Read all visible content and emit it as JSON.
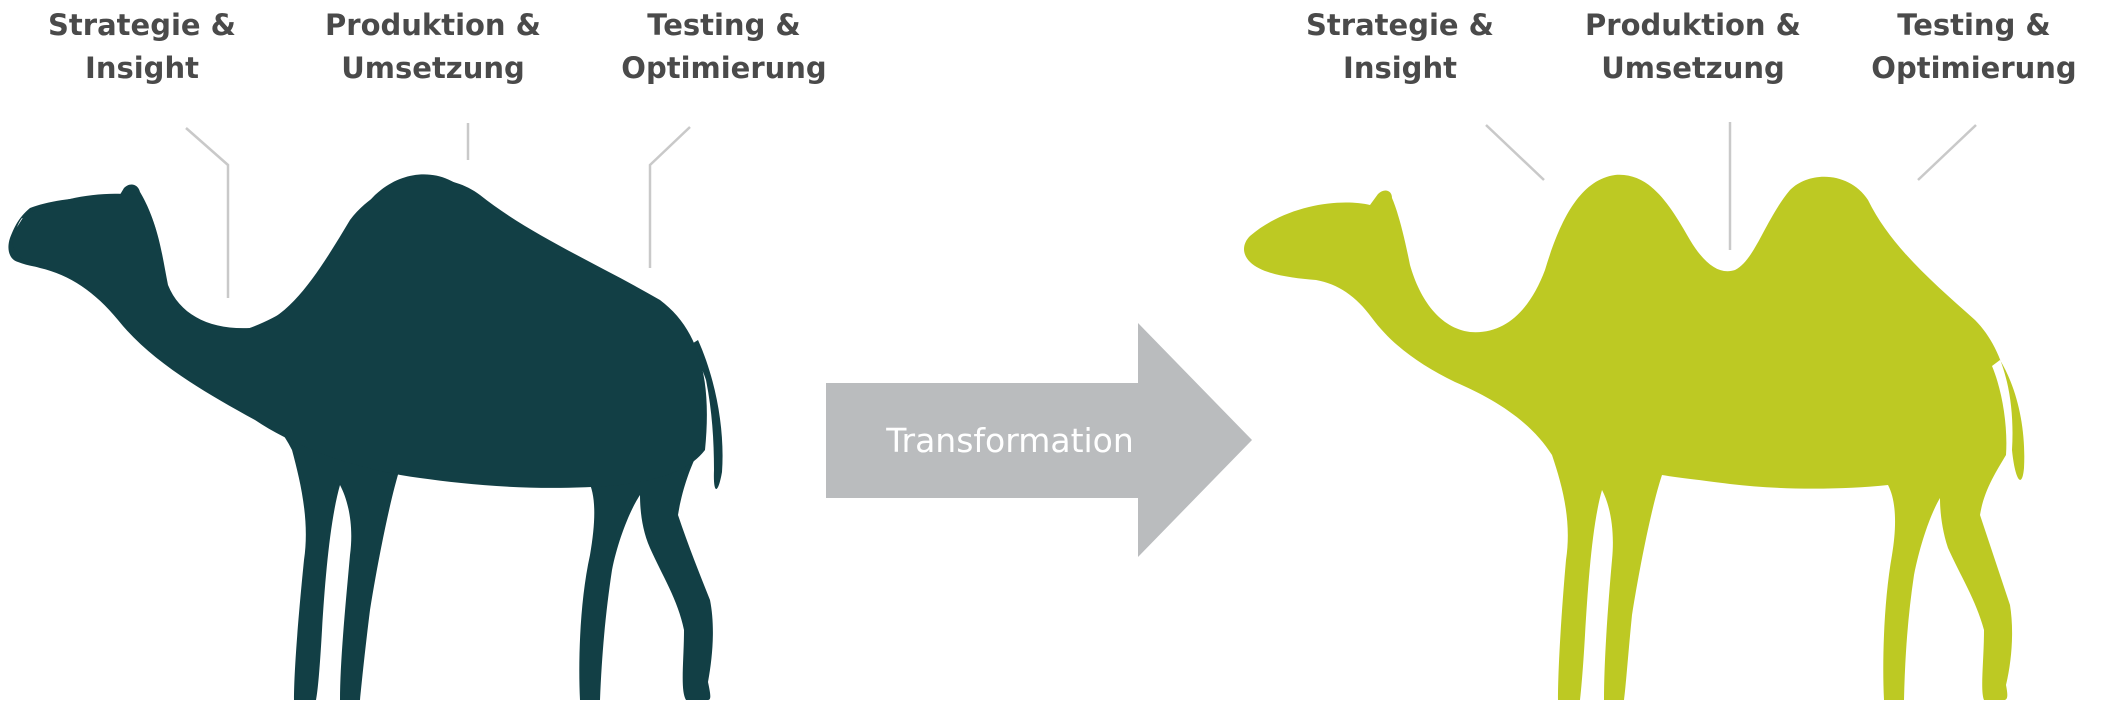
{
  "left_camel": {
    "color": "#123f45",
    "labels": [
      {
        "line1": "Strategie &",
        "line2": "Insight"
      },
      {
        "line1": "Produktion &",
        "line2": "Umsetzung"
      },
      {
        "line1": "Testing &",
        "line2": "Optimierung"
      }
    ]
  },
  "right_camel": {
    "color": "#bdc923",
    "labels": [
      {
        "line1": "Strategie &",
        "line2": "Insight"
      },
      {
        "line1": "Produktion &",
        "line2": "Umsetzung"
      },
      {
        "line1": "Testing &",
        "line2": "Optimierung"
      }
    ]
  },
  "arrow": {
    "label": "Transformation",
    "color": "#babcbe"
  },
  "connector_color": "#c9c9c9"
}
